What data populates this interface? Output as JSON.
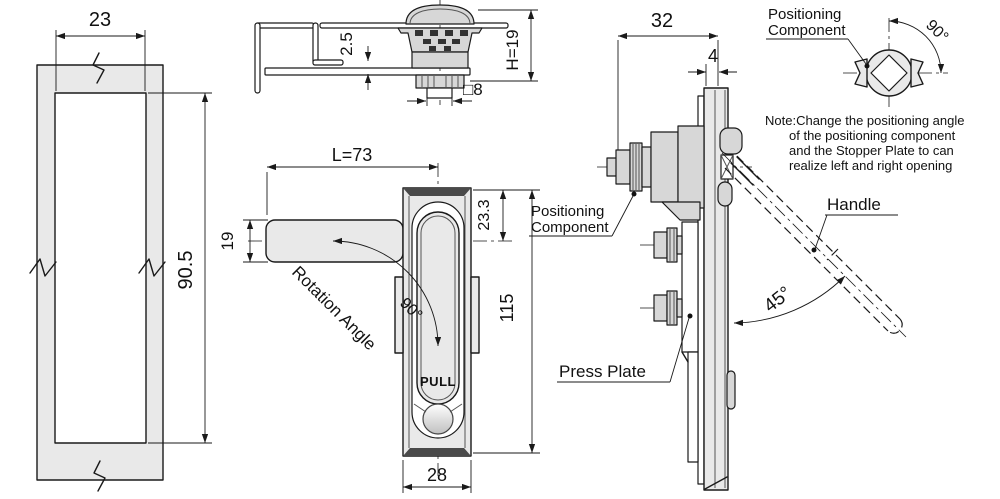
{
  "colors": {
    "line": "#1a1a1a",
    "fill_gray": "#e9e9e9",
    "metal_light": "#f2f2f2",
    "metal_dark": "#8d8d8d",
    "background": "#ffffff"
  },
  "views": {
    "cutout": {
      "width": "23",
      "height": "90.5"
    },
    "lock_side": {
      "clamp": "2.5",
      "height": "H=19",
      "square": "□8"
    },
    "front": {
      "length": "L=73",
      "arm_width": "19",
      "top_offset": "23.3",
      "body_height": "115",
      "body_width": "28",
      "rotation_label": "Rotation Angle",
      "rotation_angle": "90°",
      "pull": "PULL"
    },
    "side": {
      "depth": "32",
      "panel_thickness": "4",
      "open_angle": "45°",
      "positioning_line1": "Positioning",
      "positioning_line2": "Component",
      "handle": "Handle",
      "press_plate": "Press Plate"
    },
    "detail": {
      "label_line1": "Positioning",
      "label_line2": "Component",
      "angle": "90°"
    },
    "note": {
      "l1": "Note:Change the positioning angle",
      "l2": "of the positioning component",
      "l3": "and the Stopper Plate to can",
      "l4": "realize left and right opening"
    }
  }
}
